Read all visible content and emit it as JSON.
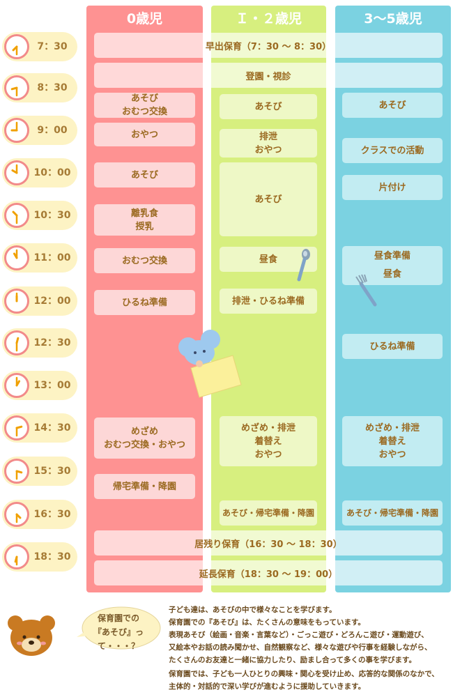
{
  "columns": [
    {
      "label": "0歳児"
    },
    {
      "label": "Ｉ・２歳児"
    },
    {
      "label": "3〜5歳児"
    }
  ],
  "times": [
    "7：30",
    "8：30",
    "9：00",
    "10：00",
    "10：30",
    "11：00",
    "12：00",
    "12：30",
    "13：00",
    "14：30",
    "15：30",
    "16：30",
    "18：30"
  ],
  "bands": {
    "early": "早出保育（7：30 〜 8：30）",
    "arrival": "登園・視診",
    "extended": "居残り保育（16：30 〜 18：30）",
    "late": "延長保育（18：30 〜 19：00）"
  },
  "infant": [
    "あそび\nおむつ交換",
    "おやつ",
    "あそび",
    "離乳食\n授乳",
    "おむつ交換",
    "ひるね準備",
    "めざめ\nおむつ交換・おやつ",
    "帰宅準備・降園"
  ],
  "toddler": [
    "あそび",
    "排泄\nおやつ",
    "あそび",
    "昼食",
    "排泄・ひるね準備",
    "めざめ・排泄\n着替え\nおやつ",
    "あそび・帰宅準備・降園"
  ],
  "preschool": [
    "あそび",
    "クラスでの活動",
    "片付け",
    "昼食準備\n昼食",
    "ひるね準備",
    "めざめ・排泄\n着替え\nおやつ",
    "あそび・帰宅準備・降園"
  ],
  "bubble": "保育園での\n『あそび』って・・・？",
  "paragraph1": "子ども達は、あそびの中で様々なことを学びます。\n保育園での『あそび』は、たくさんの意味をもっています。\n表現あそび（絵画・音楽・言葉など）・ごっこ遊び・どろんこ遊び・運動遊び、\n又絵本やお話の読み聞かせ、自然観察など、様々な遊びや行事を経験しながら、\nたくさんのお友達と一緒に協力したり、励まし合って多くの事を学びます。",
  "paragraph2": "保育園では、子ども一人ひとりの興味・関心を受け止め、応答的な関係のなかで、\n主体的・対話的で深い学びが進むように援助していきます。",
  "colors": {
    "infant": "#fe9292",
    "toddler": "#d7ef7f",
    "preschool": "#7bd2e1",
    "text": "#9b6a21"
  }
}
